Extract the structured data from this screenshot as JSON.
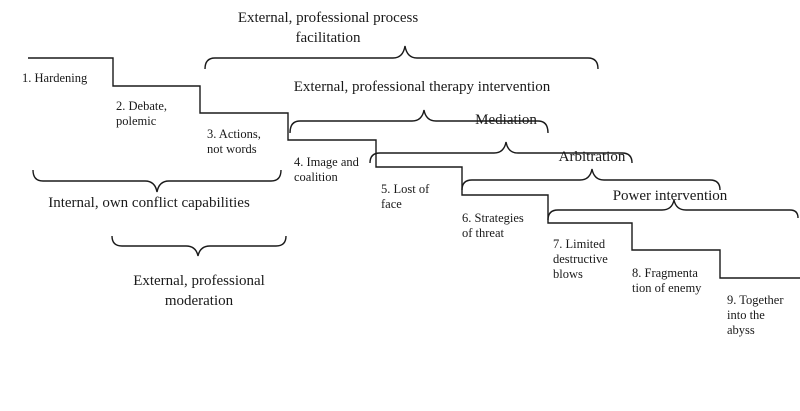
{
  "stages": [
    {
      "label": "1. Hardening"
    },
    {
      "label": "2. Debate,\npolemic"
    },
    {
      "label": "3. Actions,\nnot words"
    },
    {
      "label": "4. Image and\ncoalition"
    },
    {
      "label": "5. Lost of\nface"
    },
    {
      "label": "6. Strategies\nof threat"
    },
    {
      "label": "7. Limited\ndestructive\nblows"
    },
    {
      "label": "8. Fragmenta\ntion of enemy"
    },
    {
      "label": "9. Together\ninto the\nabyss"
    }
  ],
  "groups": {
    "internal": "Internal, own conflict capabilities",
    "moderation": "External, professional\nmoderation",
    "process": "External, professional process\nfacilitation",
    "therapy": "External, professional therapy intervention",
    "mediation": "Mediation",
    "arbitration": "Arbitration",
    "power": "Power intervention"
  }
}
